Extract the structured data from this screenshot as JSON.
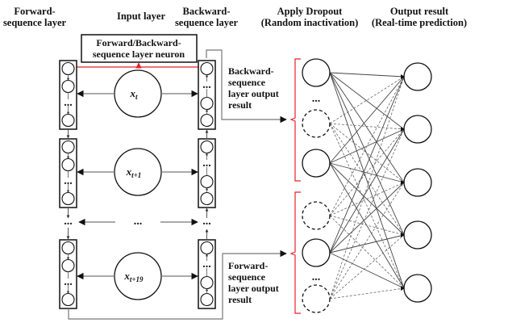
{
  "headers": {
    "forward_layer": [
      "Forward-",
      "sequence layer"
    ],
    "input_layer": "Input layer",
    "backward_layer": [
      "Backward-",
      "sequence layer"
    ],
    "dropout": [
      "Apply Dropout",
      "(Random inactivation)"
    ],
    "output": [
      "Output result",
      "(Real-time prediction)"
    ]
  },
  "neuron_box_label": [
    "Forward/Backward-",
    "sequence layer neuron"
  ],
  "backward_output_label": [
    "Backward-",
    "sequence",
    "layer output",
    "result"
  ],
  "forward_output_label": [
    "Forward-",
    "sequence",
    "layer output",
    "result"
  ],
  "inputs": [
    {
      "base": "x",
      "sub": "t"
    },
    {
      "base": "x",
      "sub": "t+1"
    },
    {
      "base": "x",
      "sub": "t+19"
    }
  ],
  "ellipsis": "...",
  "dropout_neurons": [
    {
      "state": "active"
    },
    {
      "state": "ellipsis"
    },
    {
      "state": "dropped"
    },
    {
      "state": "active"
    },
    {
      "state": "dropped"
    },
    {
      "state": "active"
    },
    {
      "state": "ellipsis"
    },
    {
      "state": "dropped"
    }
  ],
  "output_neuron_count": 5,
  "colors": {
    "line": "#111111",
    "connector": "#777777",
    "highlight": "#e8202a",
    "dashed": "#555555"
  }
}
